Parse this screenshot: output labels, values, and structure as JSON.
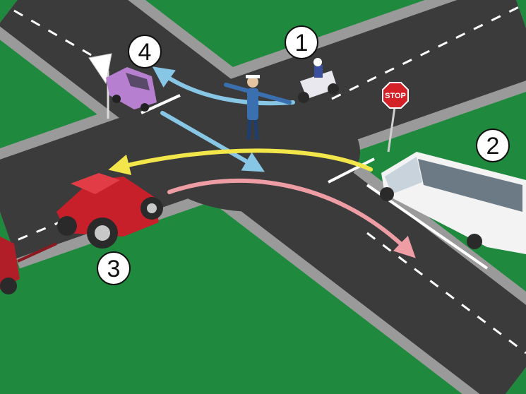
{
  "participants": [
    {
      "label": "1",
      "vehicle": "motorcycle"
    },
    {
      "label": "2",
      "vehicle": "minibus"
    },
    {
      "label": "3",
      "vehicle": "tractor"
    },
    {
      "label": "4",
      "vehicle": "car"
    }
  ],
  "stop_sign": {
    "text": "STOP"
  },
  "colors": {
    "grass": "#1f8a3e",
    "curb": "#9a9a9a",
    "asphalt": "#3b3b3b",
    "arrow_blue": "#88c6e6",
    "arrow_yellow": "#f2e64a",
    "arrow_pink": "#ee9da4",
    "car_purple": "#b77fd0",
    "tractor_red": "#c8202a",
    "stop_red": "#d42027"
  }
}
